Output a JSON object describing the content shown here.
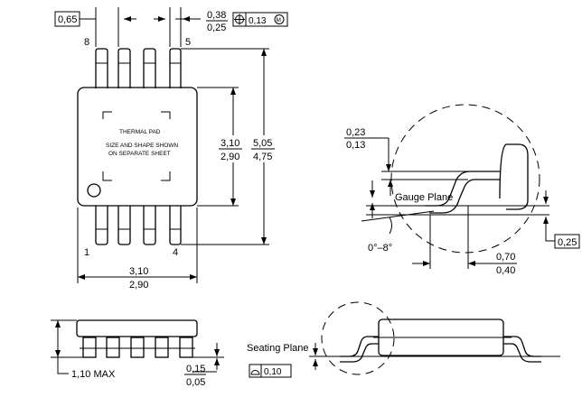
{
  "top_view": {
    "pitch": "0,65",
    "pin_8": "8",
    "pin_5": "5",
    "pin_1": "1",
    "pin_4": "4",
    "lead_width_max": "0,38",
    "lead_width_min": "0,25",
    "position_tolerance": "0,13",
    "thermal_pad_title": "THERMAL PAD",
    "thermal_pad_note_1": "SIZE AND SHAPE SHOWN",
    "thermal_pad_note_2": "ON SEPARATE SHEET",
    "body_width_max": "3,10",
    "body_width_min": "2,90",
    "overall_width_max": "5,05",
    "overall_width_min": "4,75",
    "body_length_max": "3,10",
    "body_length_min": "2,90"
  },
  "lead_detail": {
    "lead_thickness_max": "0,23",
    "lead_thickness_min": "0,13",
    "gauge_plane": "Gauge Plane",
    "gauge_value": "0,25",
    "foot_angle": "0°–8°",
    "foot_length_max": "0,70",
    "foot_length_min": "0,40"
  },
  "side_view": {
    "height_max": "1,10 MAX",
    "standoff_max": "0,15",
    "standoff_min": "0,05",
    "seating_plane": "Seating Plane",
    "coplanarity": "0,10"
  }
}
